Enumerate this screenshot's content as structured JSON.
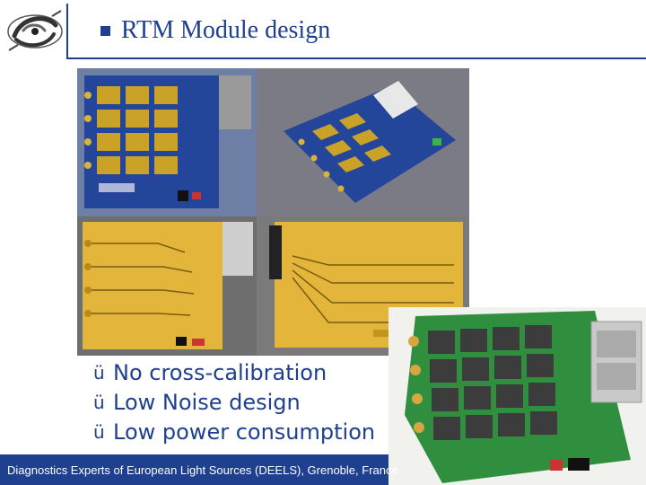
{
  "header": {
    "title": "RTM Module design",
    "logo_icon": "institute-logo-swirl",
    "accent_color": "#1f3f8f"
  },
  "figures": {
    "collage_description_icon": "pcb-layout-renders",
    "photo_icon": "assembled-rtm-board-photo"
  },
  "features": [
    {
      "check": "ü",
      "label": "No cross-calibration"
    },
    {
      "check": "ü",
      "label": "Low Noise design"
    },
    {
      "check": "ü",
      "label": "Low power consumption"
    }
  ],
  "footer": {
    "text": "Diagnostics Experts of European Light Sources (DEELS), Grenoble, France"
  }
}
